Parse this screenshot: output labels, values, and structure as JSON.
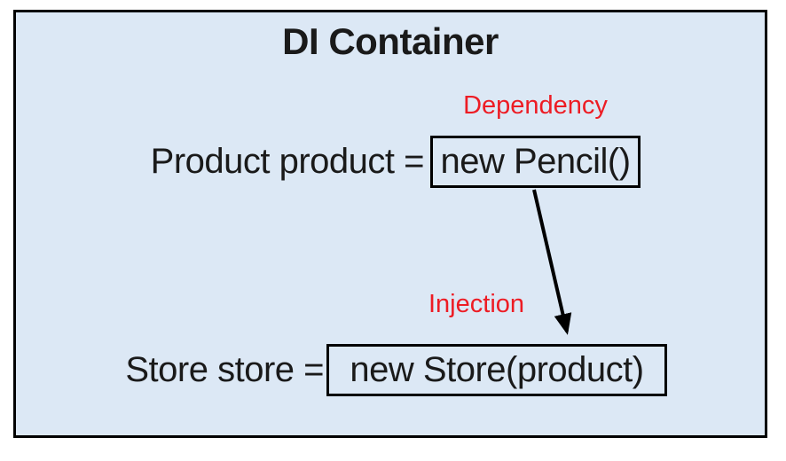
{
  "diagram": {
    "title": "DI Container",
    "labels": {
      "dependency": "Dependency",
      "injection": "Injection"
    },
    "rows": [
      {
        "lhs": "Product product =",
        "boxed": "new Pencil()"
      },
      {
        "lhs": "Store store =",
        "boxed": "new Store(product)"
      }
    ]
  },
  "colors": {
    "panel_background": "#dce8f5",
    "accent_red": "#ed1c24",
    "border": "#000000",
    "text": "#1a1a1a"
  }
}
